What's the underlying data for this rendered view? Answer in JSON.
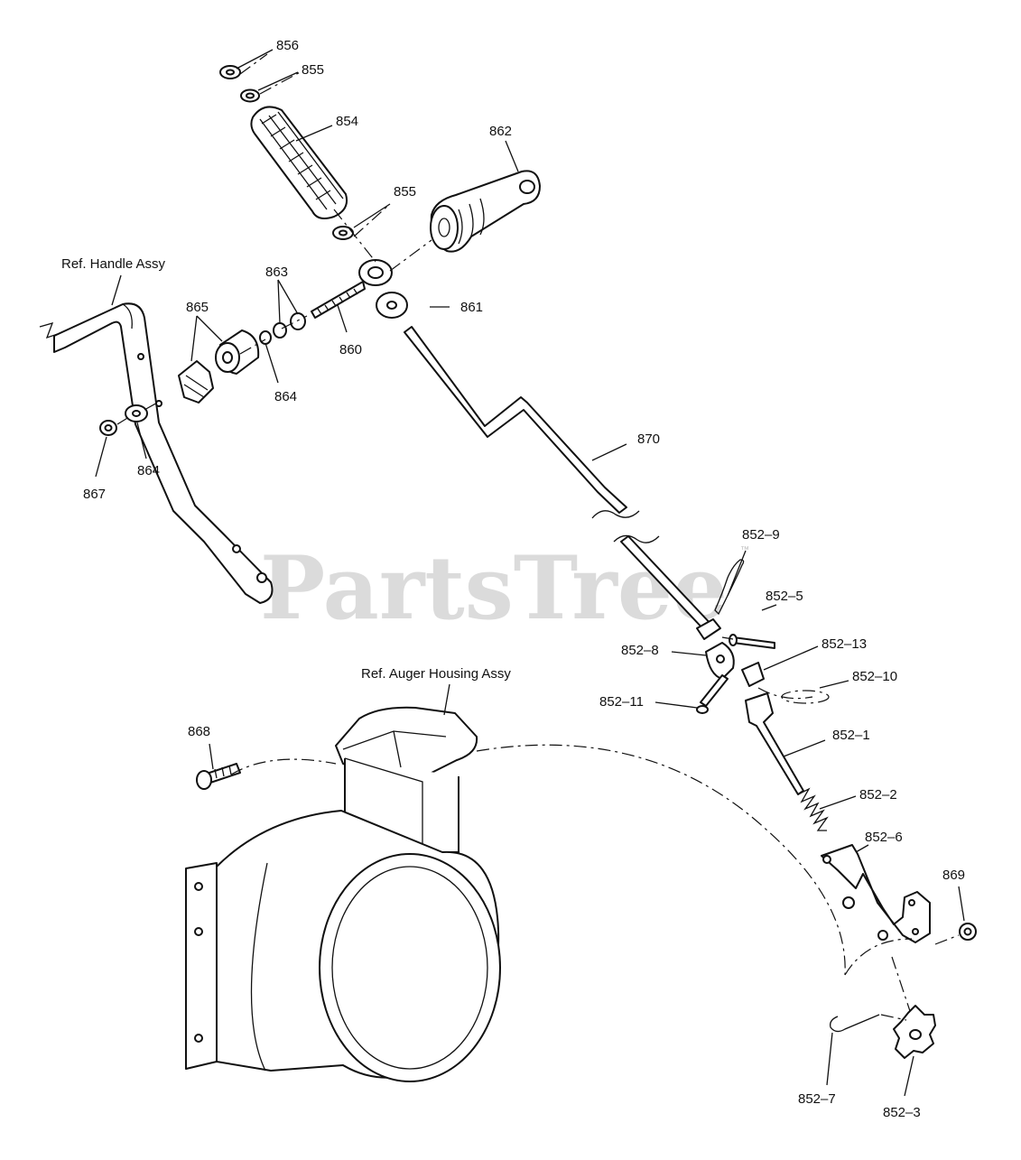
{
  "watermark": {
    "text": "PartsTree",
    "trademark": "™"
  },
  "references": {
    "handle": "Ref. Handle Assy",
    "auger_housing": "Ref. Auger Housing Assy"
  },
  "labels": {
    "p856": "856",
    "p855_top": "855",
    "p854": "854",
    "p862": "862",
    "p855_mid": "855",
    "p863": "863",
    "p865": "865",
    "p861": "861",
    "p860": "860",
    "p864_a": "864",
    "p864_b": "864",
    "p867": "867",
    "p870": "870",
    "p852_9": "852–9",
    "p852_5": "852–5",
    "p852_8": "852–8",
    "p852_13": "852–13",
    "p852_10": "852–10",
    "p852_11": "852–11",
    "p868": "868",
    "p852_1": "852–1",
    "p852_2": "852–2",
    "p852_6": "852–6",
    "p869": "869",
    "p852_7": "852–7",
    "p852_3": "852–3"
  }
}
